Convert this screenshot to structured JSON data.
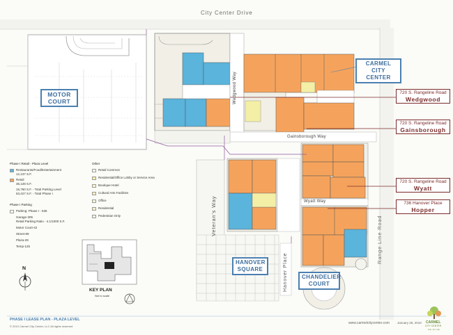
{
  "streets": {
    "city_center_drive": "City Center Drive",
    "range_line_road": "Range Line Road",
    "veterans_way": "Veteran's Way",
    "hanover_place": "Hanover Place",
    "gainsborough_way": "Gainsborough Way",
    "wyatt_way": "Wyatt Way",
    "wedgwood_way": "Wedgwood Way"
  },
  "callouts": {
    "motor_court": "MOTOR COURT",
    "carmel_city_center": "CARMEL CITY CENTER",
    "hanover_square": "HANOVER SQUARE",
    "chandelier_court": "CHANDELIER COURT"
  },
  "addresses": [
    {
      "line1": "720 S. Rangeline Road",
      "name": "Wedgwood"
    },
    {
      "line1": "720 S. Rangeline Road",
      "name": "Gainsborough"
    },
    {
      "line1": "720 S. Rangeline Road",
      "name": "Wyatt"
    },
    {
      "line1": "736 Hanover Place",
      "name": "Hopper"
    }
  ],
  "legend": {
    "title": "Phase I Retail - Plaza Level",
    "items": [
      {
        "label": "Restaurants/Food/Entertainment",
        "sub": "12,137 S.F.",
        "color": "#5ab4dc"
      },
      {
        "label": "Retail",
        "sub": "36,128 S.F.",
        "color": "#f5a35c"
      }
    ],
    "totals": [
      "15,760 S.F. - Total Parking Level",
      "63,427 S.F. - Total Phase I"
    ],
    "other_title": "Other",
    "other_items": [
      {
        "label": "Retail Common",
        "color": "#ffffff"
      },
      {
        "label": "Residential/Office Lobby or Service Area",
        "color": "#f3efa6"
      },
      {
        "label": "Boutique Hotel",
        "color": "#fbf6cf"
      },
      {
        "label": "Cultural Arts Facilities",
        "color": "#f6eec0"
      },
      {
        "label": "Office",
        "color": "#f7f3d9"
      },
      {
        "label": "Residential",
        "color": "#f4f0cc"
      },
      {
        "label": "Pedestrian Only",
        "color": "#f1efe6"
      }
    ],
    "parking_title": "Phase I Parking",
    "parking_line": "Parking: Phase I - 536",
    "parking_details": [
      "Garage-305",
      "Retail Parking Ratio - 4.1/1000 S.F.",
      "Motor Court-42",
      "Street-69",
      "Plaza-29",
      "Temp-125"
    ]
  },
  "key_plan": {
    "label": "KEY PLAN",
    "sub": "Not to scale"
  },
  "north": "N",
  "footer": {
    "plan_title": "PHASE I LEASE PLAN - PLAZA LEVEL",
    "copyright": "© 2010 Carmel City Center, LLC    All rights reserved",
    "website": "www.carmelcitycenter.com",
    "date": "January 25, 2010",
    "logo_name": "CARMEL",
    "logo_sub": "CITY CENTER",
    "logo_tag": "Fun. Art. Life."
  },
  "colors": {
    "retail": "#f5a35c",
    "restaurant": "#5ab4dc",
    "accent": "#4a7fb0",
    "address": "#7a2a2a"
  }
}
